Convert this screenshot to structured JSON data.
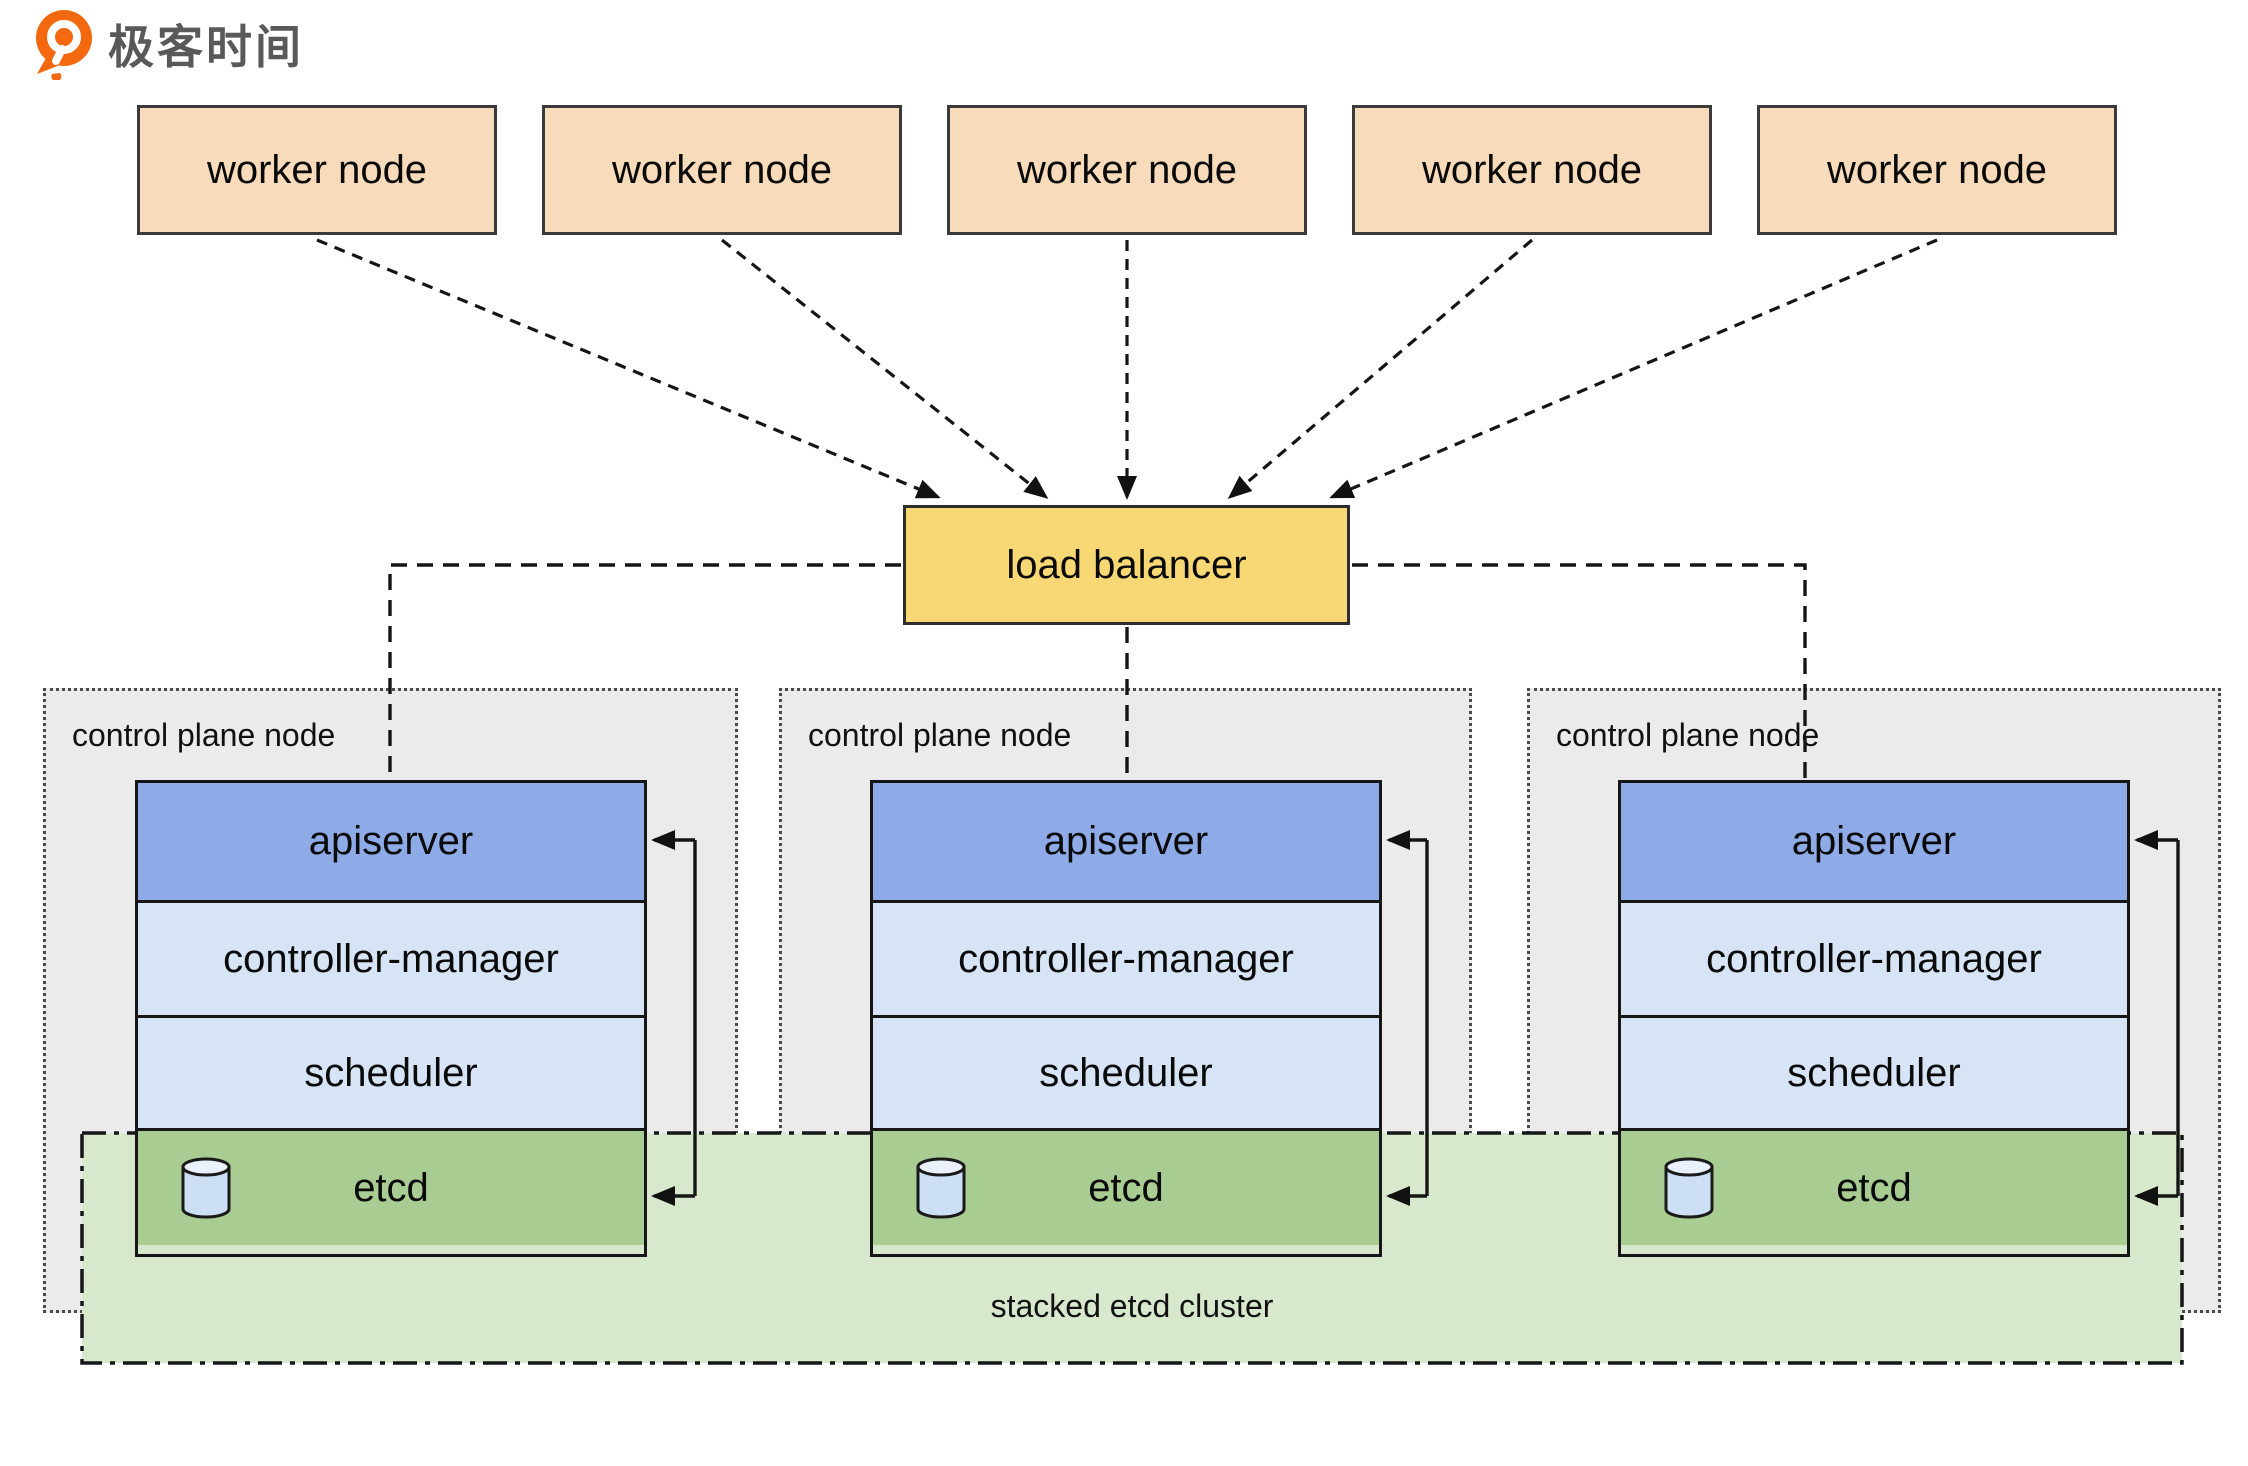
{
  "logo": {
    "brand": "极客时间",
    "icon": "geektime-bubble-q-icon",
    "icon_color": "#F4690F",
    "text_color": "#595959"
  },
  "workers": {
    "labels": [
      "worker node",
      "worker node",
      "worker node",
      "worker node",
      "worker node"
    ]
  },
  "load_balancer": {
    "label": "load balancer"
  },
  "control_planes": [
    {
      "label": "control plane node",
      "components": [
        {
          "label": "apiserver"
        },
        {
          "label": "controller-manager"
        },
        {
          "label": "scheduler"
        },
        {
          "label": "etcd",
          "icon": "database-cylinder-icon"
        }
      ]
    },
    {
      "label": "control plane node",
      "components": [
        {
          "label": "apiserver"
        },
        {
          "label": "controller-manager"
        },
        {
          "label": "scheduler"
        },
        {
          "label": "etcd",
          "icon": "database-cylinder-icon"
        }
      ]
    },
    {
      "label": "control plane node",
      "components": [
        {
          "label": "apiserver"
        },
        {
          "label": "controller-manager"
        },
        {
          "label": "scheduler"
        },
        {
          "label": "etcd",
          "icon": "database-cylinder-icon"
        }
      ]
    }
  ],
  "etcd_cluster": {
    "label": "stacked etcd cluster"
  },
  "colors": {
    "worker_fill": "#F8DBBA",
    "load_balancer_fill": "#F7D874",
    "apiserver_fill": "#8EABE8",
    "component_fill": "#D6E4F5",
    "etcd_fill": "#A8CC92",
    "etcd_cluster_fill": "#D8E8CC",
    "control_plane_fill": "#EBEBEB",
    "cylinder_fill": "#CCDFF4",
    "line_color": "#161616",
    "logo_orange": "#F4690F"
  }
}
